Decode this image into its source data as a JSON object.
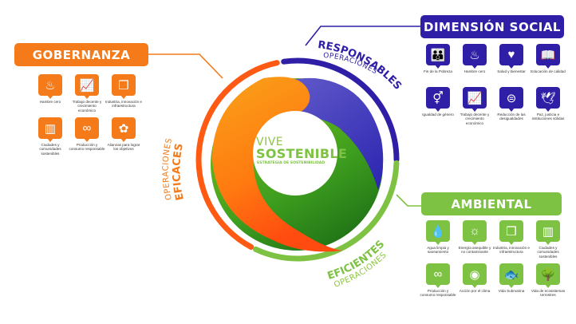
{
  "center": {
    "line1": "VIVE",
    "line2": "SOSTENIBLE",
    "line3": "ESTRATEGIA DE SOSTENIBILIDAD"
  },
  "ring_labels": {
    "eficaces": {
      "small": "OPERACIONES",
      "big": "EFICACES"
    },
    "responsables": {
      "small": "OPERACIONES",
      "big": "RESPONSABLES"
    },
    "eficientes": {
      "small": "OPERACIONES",
      "big": "EFICIENTES"
    }
  },
  "colors": {
    "orange": "#f47a1a",
    "red_orange": "#ff5a14",
    "indigo": "#2f1fa6",
    "green": "#7dc242",
    "dark_green": "#2e8b1e"
  },
  "gobernanza": {
    "title": "GOBERNANZA",
    "items": [
      {
        "icon": "bowl-icon",
        "glyph": "♨",
        "label": "Hambre cero"
      },
      {
        "icon": "growth-chart-icon",
        "glyph": "📈",
        "label": "Trabajo decente y crecimiento económico"
      },
      {
        "icon": "cubes-icon",
        "glyph": "❒",
        "label": "Industria, innovación e infraestructura"
      },
      {
        "icon": "city-icon",
        "glyph": "▥",
        "label": "Ciudades y comunidades sostenibles"
      },
      {
        "icon": "infinity-icon",
        "glyph": "∞",
        "label": "Producción y consumo responsable"
      },
      {
        "icon": "flower-rings-icon",
        "glyph": "✿",
        "label": "Alianzas para lograr los objetivos"
      }
    ]
  },
  "social": {
    "title": "DIMENSIÓN SOCIAL",
    "items": [
      {
        "icon": "family-icon",
        "glyph": "👪",
        "label": "Fin de la Pobreza"
      },
      {
        "icon": "bowl-icon",
        "glyph": "♨",
        "label": "Hambre cero"
      },
      {
        "icon": "heartbeat-icon",
        "glyph": "♥",
        "label": "Salud y bienestar"
      },
      {
        "icon": "book-icon",
        "glyph": "📖",
        "label": "Educación de calidad"
      },
      {
        "icon": "gender-equality-icon",
        "glyph": "⚥",
        "label": "Igualdad de género"
      },
      {
        "icon": "growth-chart-icon",
        "glyph": "📈",
        "label": "Trabajo decente y crecimiento económico"
      },
      {
        "icon": "equals-circle-icon",
        "glyph": "⊜",
        "label": "Reducción de las desigualdades"
      },
      {
        "icon": "dove-gavel-icon",
        "glyph": "🕊",
        "label": "Paz, justicia e instituciones sólidas"
      }
    ]
  },
  "ambiental": {
    "title": "AMBIENTAL",
    "items": [
      {
        "icon": "water-drop-icon",
        "glyph": "💧",
        "label": "Agua limpia y saneamiento"
      },
      {
        "icon": "sun-icon",
        "glyph": "☼",
        "label": "Energía asequible y no contaminante"
      },
      {
        "icon": "cubes-icon",
        "glyph": "❒",
        "label": "Industria, innovación e infraestructura"
      },
      {
        "icon": "city-icon",
        "glyph": "▥",
        "label": "Ciudades y comunidades sostenibles"
      },
      {
        "icon": "infinity-icon",
        "glyph": "∞",
        "label": "Producción y consumo responsable"
      },
      {
        "icon": "eye-globe-icon",
        "glyph": "◉",
        "label": "Acción por el clima"
      },
      {
        "icon": "fish-icon",
        "glyph": "🐟",
        "label": "Vida Submarina"
      },
      {
        "icon": "tree-icon",
        "glyph": "🌳",
        "label": "Vida de ecosistemas terrestres"
      }
    ]
  }
}
